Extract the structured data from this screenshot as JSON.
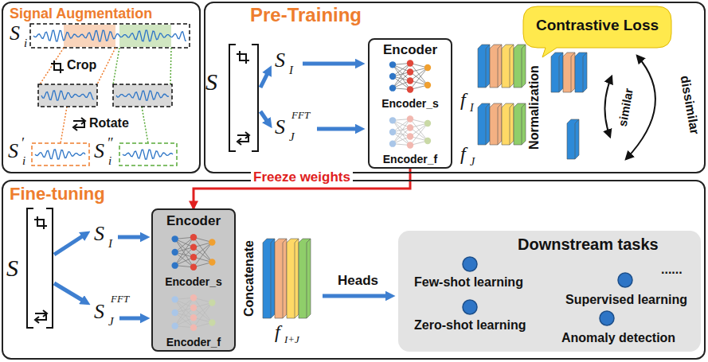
{
  "diagram": {
    "nodes": [
      {
        "text": [
          "Signal Augmentation"
        ]
      },
      {
        "text": [
          "Pre-Training"
        ]
      },
      {
        "text": [
          "Encoder",
          "Encoder_s",
          "Encoder_f"
        ],
        "in": 1
      },
      {
        "text": [
          "Contrastive Loss"
        ],
        "in": 1
      },
      {
        "text": [
          "Fine-tuning"
        ]
      },
      {
        "text": [
          "Encoder",
          "Encoder_s",
          "Encoder_f"
        ],
        "in": 4
      },
      {
        "text": [
          "Downstream tasks",
          "Few-shot learning",
          "......",
          "Supervised learning",
          "Zero-shot learning",
          "Anomaly detection"
        ],
        "in": 4
      }
    ],
    "edges": [
      {
        "from": 2,
        "to": 5,
        "label": "Freeze weights",
        "arrow": "to"
      }
    ],
    "labels": [
      "S",
      "i",
      "Crop",
      "Rotate",
      "S",
      "′",
      "i",
      "S",
      "″",
      "i",
      "S",
      "S",
      "I",
      "S",
      "J",
      "FFT",
      "f",
      "I",
      "f",
      "J",
      "Normalization",
      "similar",
      "dissimilar",
      "S",
      "S",
      "I",
      "S",
      "J",
      "FFT",
      "Concatenate",
      "f",
      "I+J",
      "Heads"
    ]
  }
}
